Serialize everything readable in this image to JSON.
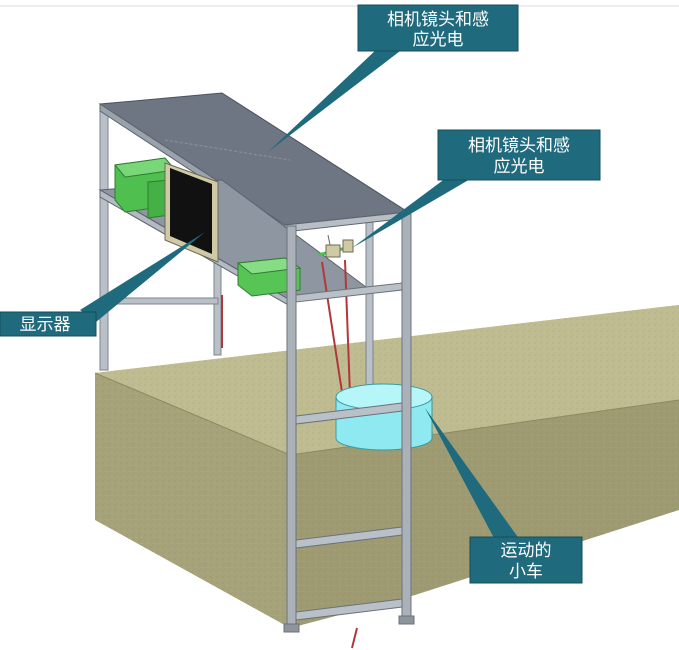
{
  "callouts": {
    "camera_top": {
      "line1": "相机镜头和感",
      "line2": "应光电"
    },
    "camera_side": {
      "line1": "相机镜头和感",
      "line2": "应光电"
    },
    "display": {
      "text": "显示器"
    },
    "cart": {
      "line1": "运动的",
      "line2": "小车"
    }
  },
  "colors": {
    "callout_fill": "#1f6a7d",
    "ground_top": "#b8b489",
    "ground_front": "#a6a27a",
    "ground_side": "#8f8c66",
    "frame": "#a9b0b8",
    "roof": "#6e7684",
    "equipment": "#4fbf4f",
    "monitor": "#111111",
    "cart": "#8fe9f0",
    "cable": "#b0383a"
  }
}
